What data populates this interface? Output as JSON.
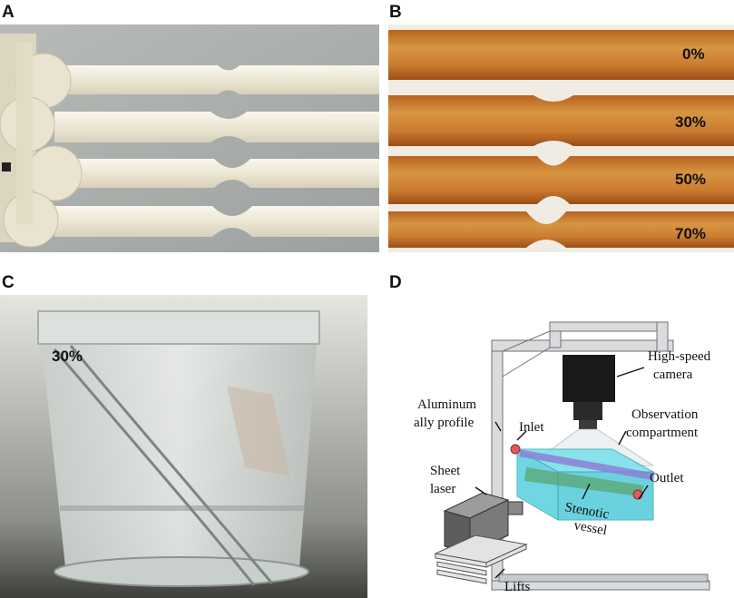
{
  "panels": {
    "a": {
      "letter": "A"
    },
    "b": {
      "letter": "B",
      "stenosis_labels": [
        "0%",
        "30%",
        "50%",
        "70%"
      ]
    },
    "c": {
      "letter": "C",
      "stenosis_label": "30%"
    },
    "d": {
      "letter": "D",
      "labels": {
        "high_speed_camera_1": "High-speed",
        "high_speed_camera_2": "camera",
        "aluminum_1": "Aluminum",
        "aluminum_2": "ally profile",
        "inlet": "Inlet",
        "observation_1": "Observation",
        "observation_2": "compartment",
        "sheet_laser_1": "Sheet",
        "sheet_laser_2": "laser",
        "outlet": "Outlet",
        "stenotic_1": "Stenotic",
        "stenotic_2": "vessel",
        "lifts": "Lifts"
      }
    }
  },
  "colors": {
    "resin_white": "#ece7d7",
    "vessel_amber": "#c87a32",
    "glass_water": "#cfd6d4",
    "compartment_cyan": "#58d8e6"
  }
}
